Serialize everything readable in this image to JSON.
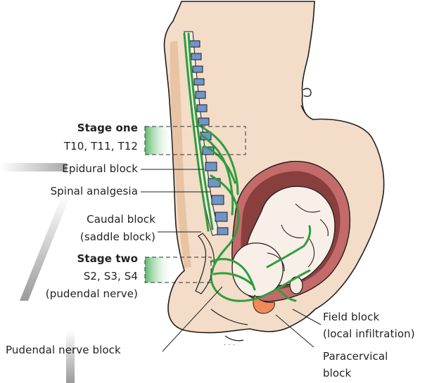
{
  "labels": {
    "stage_one_title": "Stage one",
    "stage_one_levels": "T10, T11, T12",
    "epidural": "Epidural block",
    "spinal": "Spinal analgesia",
    "caudal_line1": "Caudal block",
    "caudal_line2": "(saddle block)",
    "stage_two_title": "Stage two",
    "stage_two_levels": "S2, S3, S4",
    "stage_two_nerve": "(pudendal nerve)",
    "pudendal_block": "Pudendal nerve block",
    "field_line1": "Field block",
    "field_line2": "(local infiltration)",
    "paracervical_line1": "Paracervical",
    "paracervical_line2": "block"
  },
  "colors": {
    "skin": "#f3dcc8",
    "skin_shadow": "#e8c3a4",
    "outline": "#1f1f1f",
    "nerve_green": "#2e9e3c",
    "vertebra_blue": "#6f95c9",
    "uterus_wall": "#c46a6a",
    "uterus_inner": "#8a3f3f",
    "fetus": "#f7efe8",
    "cervix_orange": "#f08a5a",
    "gray_band": "#a8a8a8"
  }
}
